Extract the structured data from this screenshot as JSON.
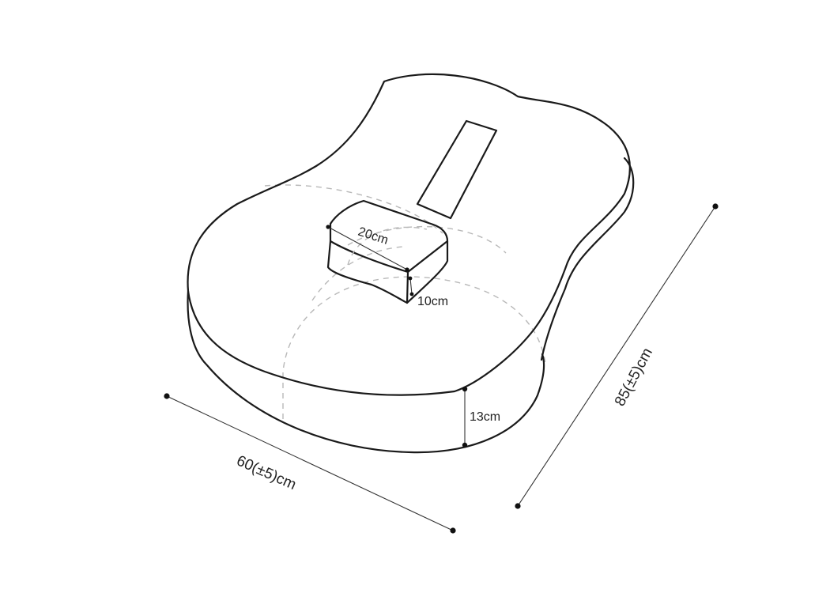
{
  "labels": {
    "width": "60(±5)cm",
    "length": "85(±5)cm",
    "thickness": "13cm",
    "block_length": "20cm",
    "block_height": "10cm"
  },
  "colors": {
    "outline": "#1a1a1a",
    "hidden_lines": "#b8b8b8",
    "background": "#ffffff"
  }
}
